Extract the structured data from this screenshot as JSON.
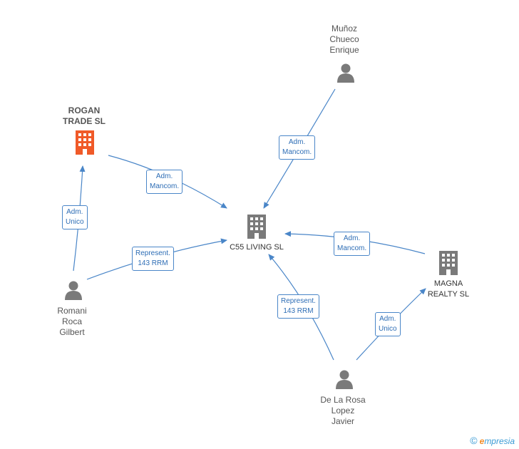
{
  "nodes": {
    "munoz": {
      "lines": [
        "Muñoz",
        "Chueco",
        "Enrique"
      ],
      "type": "person"
    },
    "rogan": {
      "lines": [
        "ROGAN",
        "TRADE  SL"
      ],
      "type": "company-highlight"
    },
    "c55": {
      "lines": [
        "C55 LIVING  SL"
      ],
      "type": "company"
    },
    "magna": {
      "lines": [
        "MAGNA",
        "REALTY  SL"
      ],
      "type": "company"
    },
    "romani": {
      "lines": [
        "Romani",
        "Roca",
        "Gilbert"
      ],
      "type": "person"
    },
    "delarosa": {
      "lines": [
        "De La Rosa",
        "Lopez",
        "Javier"
      ],
      "type": "person"
    }
  },
  "edges": {
    "munoz_c55": {
      "lines": [
        "Adm.",
        "Mancom."
      ]
    },
    "rogan_c55": {
      "lines": [
        "Adm.",
        "Mancom."
      ]
    },
    "romani_rogan": {
      "lines": [
        "Adm.",
        "Unico"
      ]
    },
    "romani_c55": {
      "lines": [
        "Represent.",
        "143 RRM"
      ]
    },
    "magna_c55": {
      "lines": [
        "Adm.",
        "Mancom."
      ]
    },
    "delarosa_c55": {
      "lines": [
        "Represent.",
        "143 RRM"
      ]
    },
    "delarosa_magna": {
      "lines": [
        "Adm.",
        "Unico"
      ]
    }
  },
  "colors": {
    "edge": "#4a86c8",
    "icon": "#7a7a7a",
    "highlight": "#f05a28"
  },
  "footer": {
    "copyright": "©",
    "brand_e": "e",
    "brand_rest": "mpresia"
  }
}
